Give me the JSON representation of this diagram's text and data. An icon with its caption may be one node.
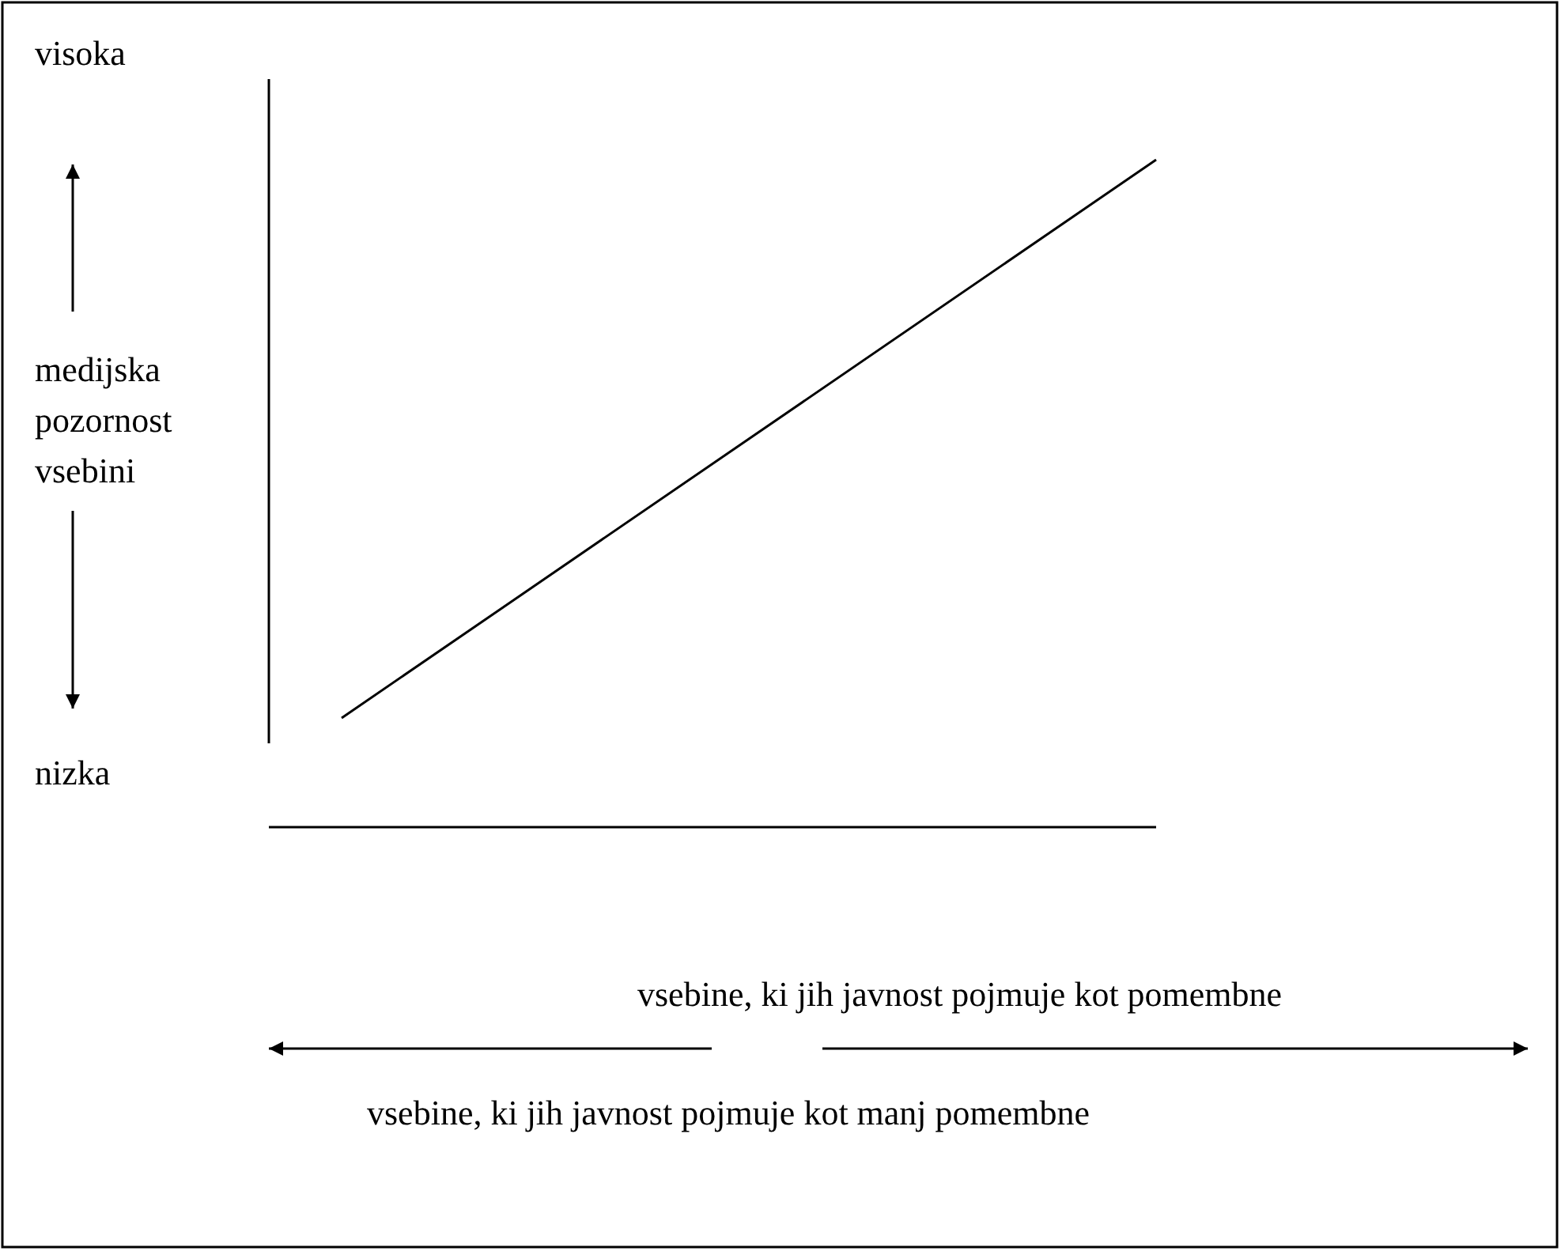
{
  "diagram": {
    "labels": [
      "visoka",
      "medijska pozornost vsebini",
      "nizka",
      "vsebine, ki jih javnost pojmuje kot pomembne",
      "vsebine, ki jih javnost pojmuje kot manj pomembne"
    ]
  }
}
